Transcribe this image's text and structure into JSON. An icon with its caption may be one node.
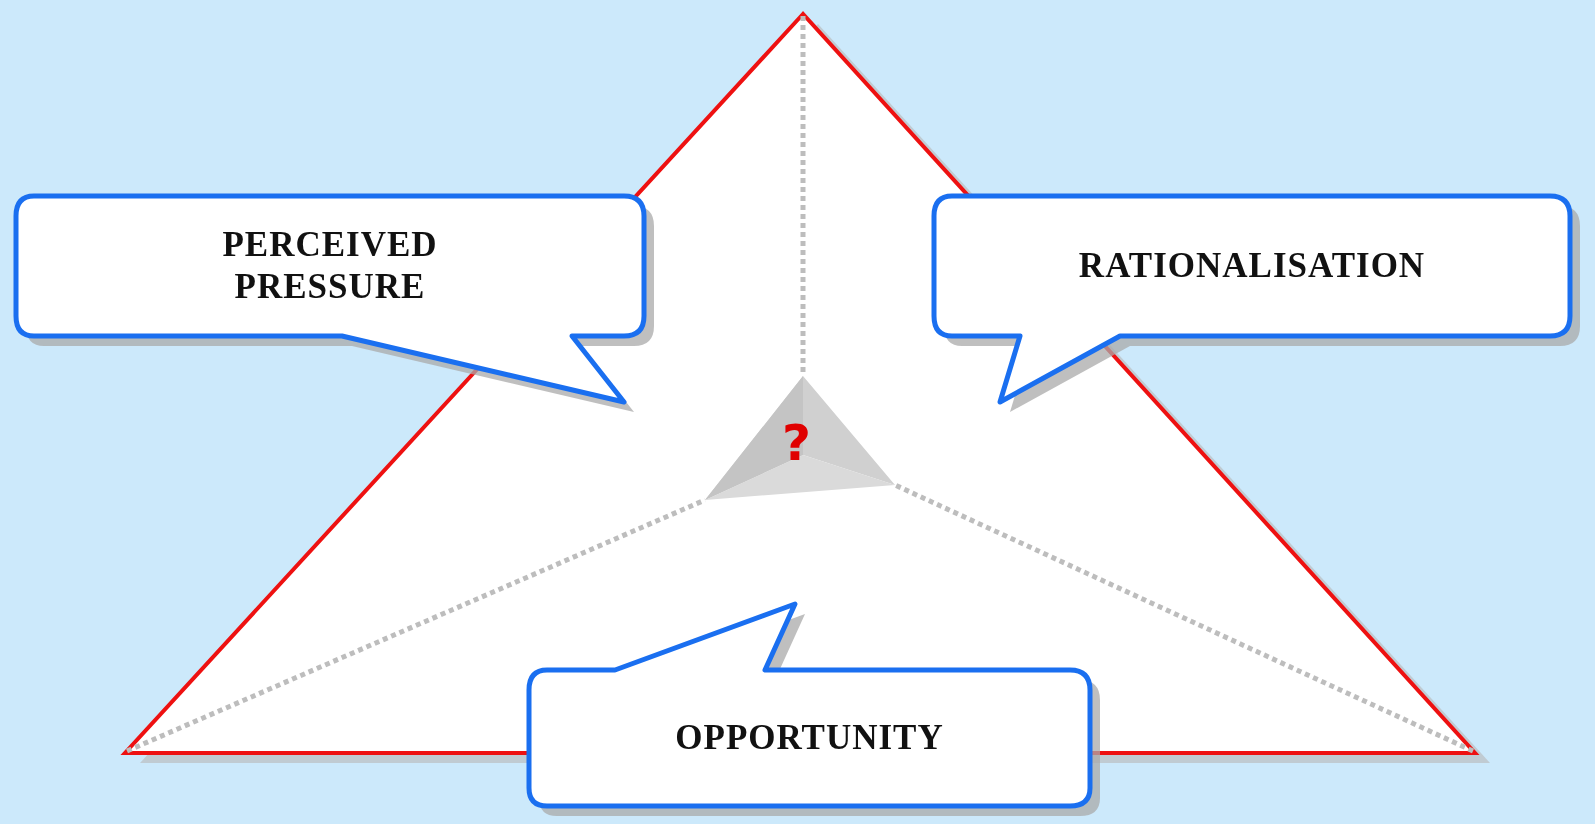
{
  "diagram": {
    "nodes": [
      {
        "text": [
          "PERCEIVED PRESSURE"
        ]
      },
      {
        "text": [
          "RATIONALISATION"
        ]
      },
      {
        "text": [
          "OPPORTUNITY"
        ]
      }
    ],
    "labels": [
      "?"
    ]
  }
}
